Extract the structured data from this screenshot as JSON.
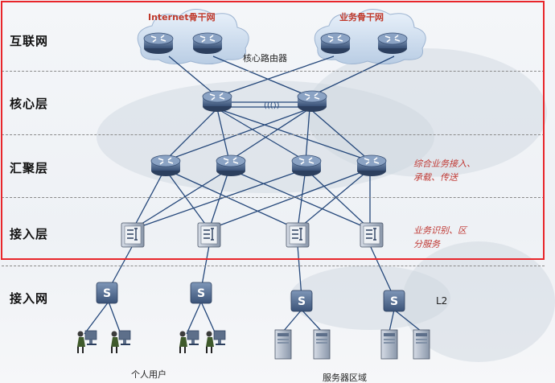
{
  "layers": {
    "internet": "互联网",
    "core": "核心层",
    "aggregation": "汇聚层",
    "access": "接入层",
    "access_net": "接入网"
  },
  "clouds": {
    "left": "Internet骨干网",
    "right": "业务骨干网"
  },
  "labels": {
    "core_router": "核心路由器",
    "link_mark": "((())",
    "aggregation_note_1": "综合业务接入、",
    "aggregation_note_2": "承载、传送",
    "access_note_1": "业务识别、区",
    "access_note_2": "分服务",
    "l2": "L2",
    "personal_users": "个人用户",
    "server_area": "服务器区域"
  },
  "colors": {
    "frame": "#e8262b",
    "note": "#c03a35",
    "router": "#4d6485",
    "line": "#24477a"
  },
  "icons": [
    "router-icon",
    "switch-icon",
    "l2-switch-icon",
    "user-pc-icon",
    "server-icon",
    "cloud-icon"
  ]
}
